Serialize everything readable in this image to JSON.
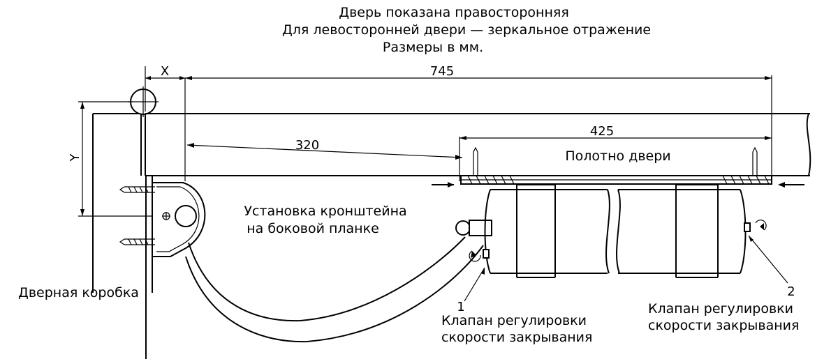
{
  "header": {
    "line1": "Дверь показана правосторонняя",
    "line2": "Для левосторонней двери — зеркальное отражение",
    "line3": "Размеры в мм."
  },
  "dimensions": {
    "x": "X",
    "y": "Y",
    "d745": "745",
    "d425": "425",
    "d320": "320"
  },
  "labels": {
    "door_leaf": "Полотно двери",
    "bracket_line1": "Установка кронштейна",
    "bracket_line2": "на боковой планке",
    "frame": "Дверная коробка",
    "valve1_num": "1",
    "valve1_line1": "Клапан регулировки",
    "valve1_line2": "скорости закрывания",
    "valve2_num": "2",
    "valve2_line1": "Клапан регулировки",
    "valve2_line2": "скорости закрывания"
  },
  "colors": {
    "ink": "#000000",
    "paper": "#ffffff"
  }
}
